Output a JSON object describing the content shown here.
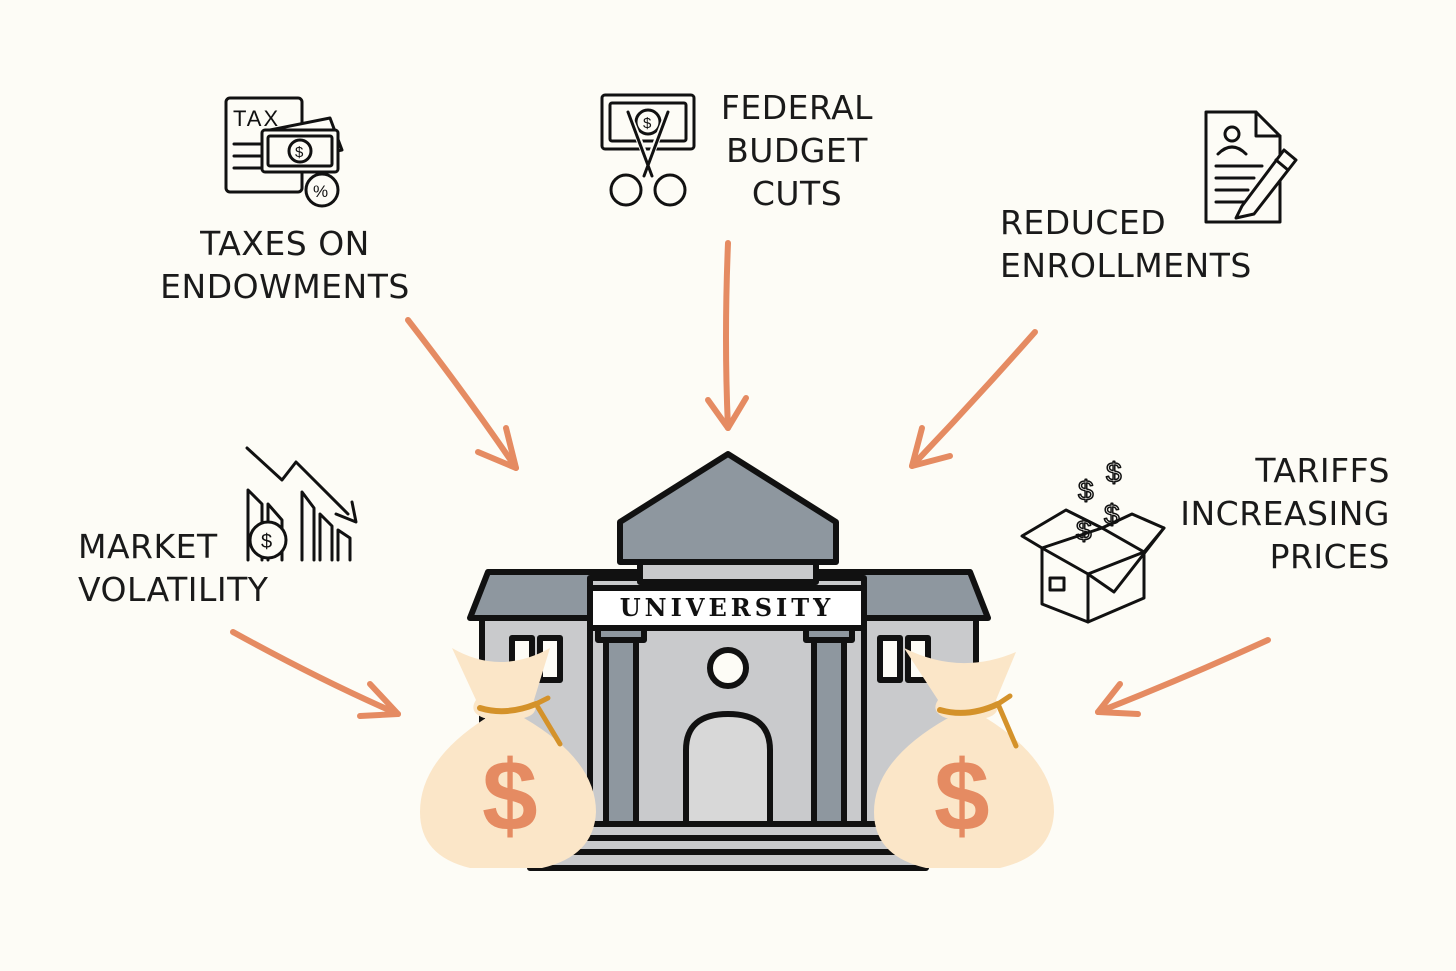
{
  "factors": {
    "taxes": {
      "lines": [
        "TAXES ON",
        "ENDOWMENTS"
      ],
      "icon": "tax-document-icon"
    },
    "federal": {
      "lines": [
        "FEDERAL",
        "BUDGET",
        "CUTS"
      ],
      "icon": "money-scissors-icon"
    },
    "enrollment": {
      "lines": [
        "REDUCED",
        "ENROLLMENTS"
      ],
      "icon": "application-form-icon"
    },
    "market": {
      "lines": [
        "MARKET",
        "VOLATILITY"
      ],
      "icon": "declining-chart-icon"
    },
    "tariffs": {
      "lines": [
        "TARIFFS",
        "INCREASING",
        "PRICES"
      ],
      "icon": "open-box-dollars-icon"
    }
  },
  "university": {
    "sign": "UNIVERSITY",
    "icon": "university-building-icon"
  },
  "money_bag": {
    "symbol": "$",
    "icon": "money-bag-icon"
  },
  "colors": {
    "arrow": "#e58b62",
    "building_roof": "#8e979f",
    "building_wall": "#c9cacc",
    "bag": "#fbe6c8",
    "bag_symbol": "#e58b62",
    "tie": "#d4922a",
    "background": "#fdfcf6"
  }
}
